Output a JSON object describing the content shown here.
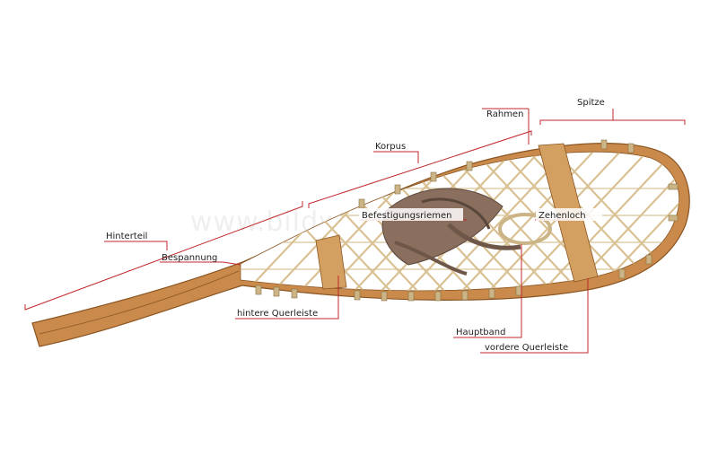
{
  "watermark": "www.bildwoerterbuch.com",
  "labels": {
    "spitze": "Spitze",
    "rahmen": "Rahmen",
    "korpus": "Korpus",
    "befestigungsriemen": "Befestigungsriemen",
    "zehenloch": "Zehenloch",
    "hinterteil": "Hinterteil",
    "bespannung": "Bespannung",
    "hintere_querleiste": "hintere Querleiste",
    "hauptband": "Hauptband",
    "vordere_querleiste": "vordere Querleiste"
  },
  "colors": {
    "leader": "#c0282c",
    "frame": "#c98a4b",
    "frame_dark": "#8a5522",
    "lacing": "#d9c193",
    "strap": "#8a6e5e",
    "text": "#222222"
  }
}
